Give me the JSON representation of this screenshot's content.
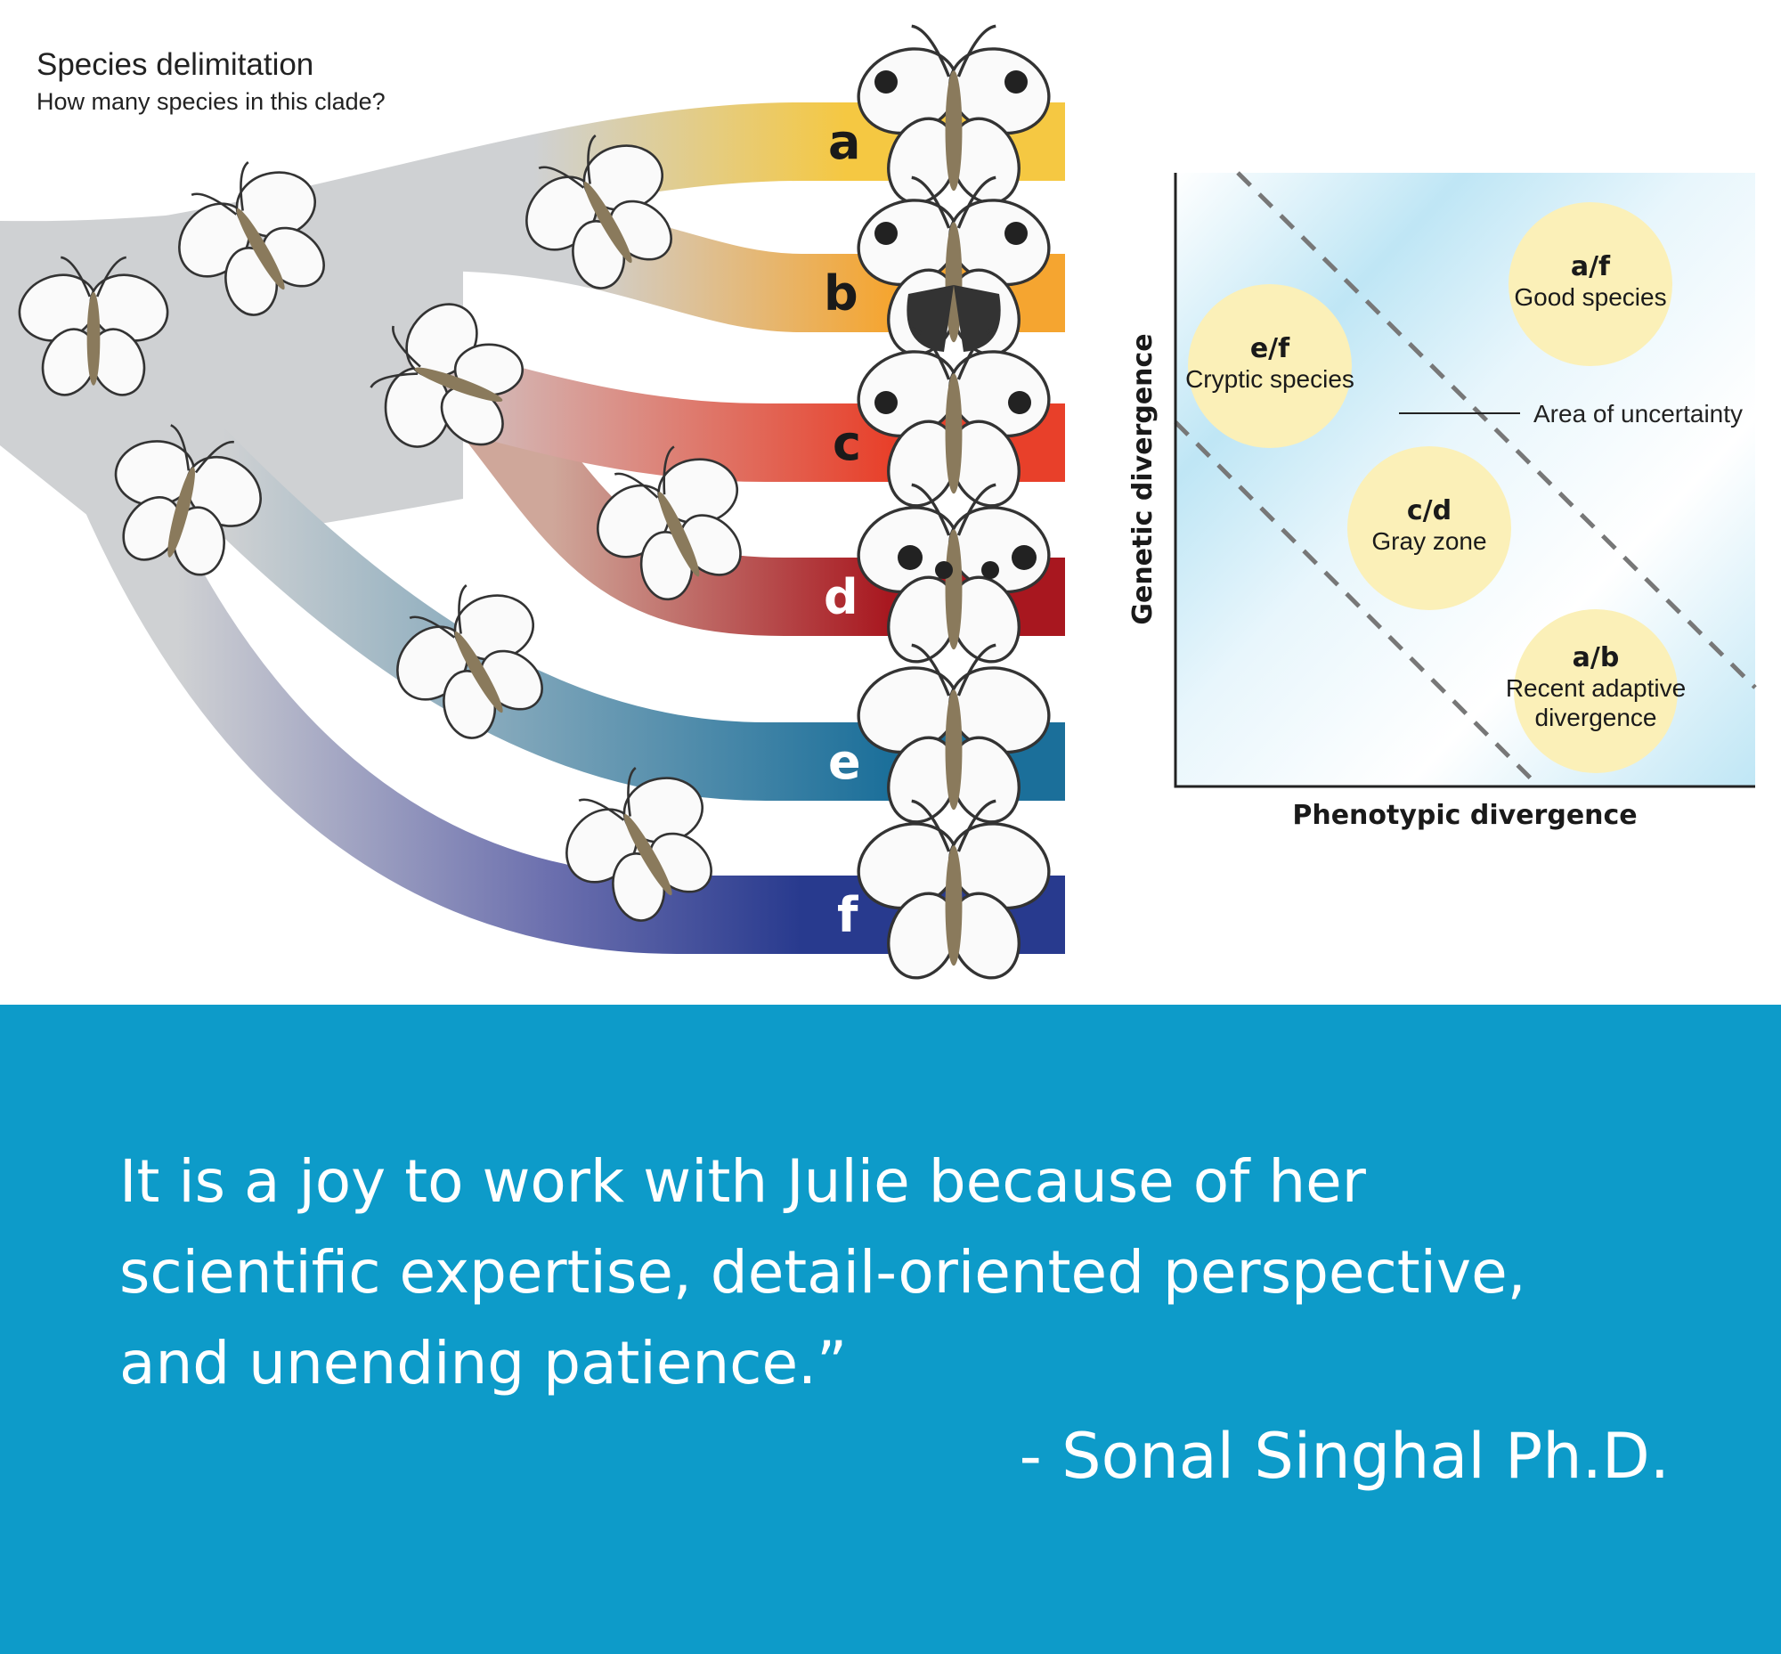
{
  "figure": {
    "title": "Species delimitation",
    "subtitle": "How many species in this clade?",
    "branches": [
      {
        "label": "a",
        "color": "#f5c842"
      },
      {
        "label": "b",
        "color": "#f5a530"
      },
      {
        "label": "c",
        "color": "#e8402a"
      },
      {
        "label": "d",
        "color": "#a8171f"
      },
      {
        "label": "e",
        "color": "#1b6f9a"
      },
      {
        "label": "f",
        "color": "#283a8e"
      }
    ]
  },
  "diagram": {
    "x_axis_label": "Phenotypic divergence",
    "y_axis_label": "Genetic divergence",
    "uncertainty_label": "Area of uncertainty",
    "regions": [
      {
        "pair": "a/f",
        "name": "Good species"
      },
      {
        "pair": "e/f",
        "name": "Cryptic species"
      },
      {
        "pair": "c/d",
        "name": "Gray zone"
      },
      {
        "pair": "a/b",
        "name": "Recent adaptive",
        "name2": "divergence"
      }
    ]
  },
  "quote": {
    "lines": [
      "It is a joy to work with Julie because of her",
      "scientific expertise, detail-oriented perspective,",
      "and unending patience.”"
    ],
    "attribution": "- Sonal Singhal Ph.D."
  }
}
